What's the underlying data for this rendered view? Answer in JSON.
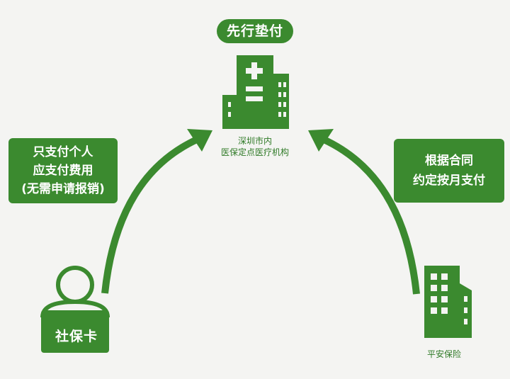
{
  "top_label": "先行垫付",
  "hospital": {
    "line1": "深圳市内",
    "line2": "医保定点医疗机构"
  },
  "left_box": {
    "line1": "只支付个人",
    "line2": "应支付费用",
    "line3": "(无需申请报销)"
  },
  "right_box": {
    "line1": "根据合同",
    "line2": "约定按月支付"
  },
  "social_card": "社保卡",
  "insurer": "平安保险",
  "colors": {
    "primary_green": "#3b8a2f",
    "background": "#f4f4f2"
  },
  "icons": [
    "hospital-icon",
    "person-card-icon",
    "office-building-icon",
    "arrow-icon"
  ]
}
